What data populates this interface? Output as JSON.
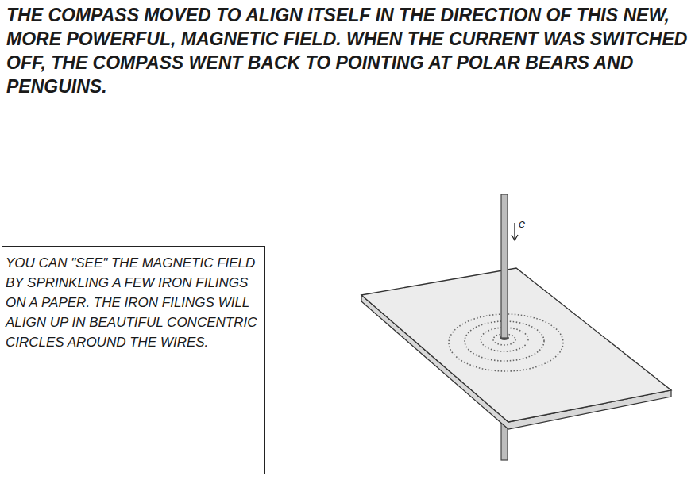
{
  "diagram": {
    "nodes": [
      {
        "text": [
          "YOU CAN \"SEE\" THE MAGNETIC FIELD BY SPRINKLING A FEW IRON FILINGS ON A PAPER. THE IRON FILINGS WILL ALIGN UP IN BEAUTIFUL CONCENTRIC CIRCLES AROUND THE WIRES."
        ]
      }
    ],
    "labels": [
      "THE COMPASS MOVED TO ALIGN ITSELF IN THE DIRECTION OF THIS NEW, MORE POWERFUL, MAGNETIC FIELD. WHEN THE CURRENT WAS SWITCHED OFF, THE COMPASS WENT BACK TO POINTING AT POLAR BEARS AND PENGUINS.",
      "e"
    ]
  }
}
